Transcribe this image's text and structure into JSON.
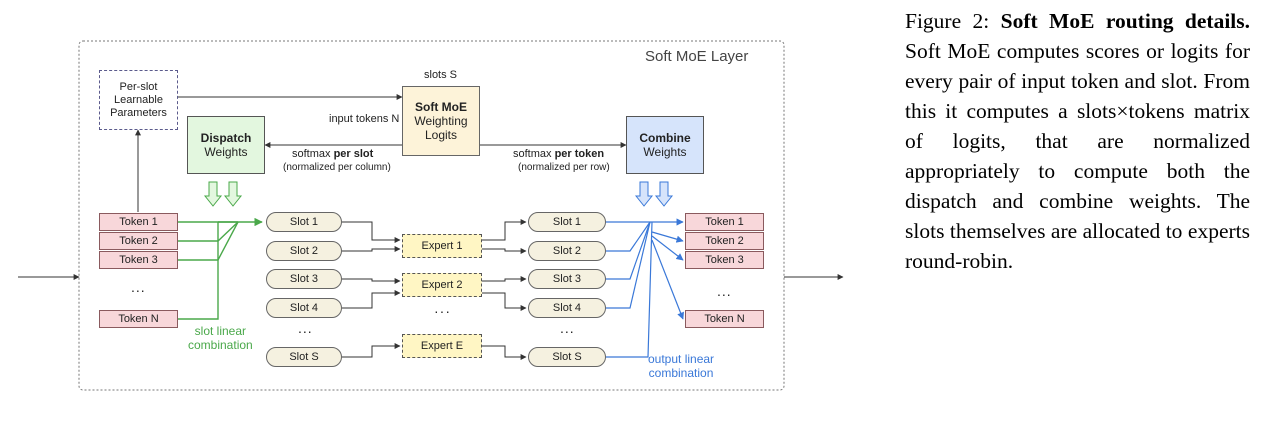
{
  "layer_title": "Soft MoE Layer",
  "params_box": [
    "Per-slot",
    "Learnable",
    "Parameters"
  ],
  "slots_label": "slots S",
  "input_tokens_label": "input tokens N",
  "logits_box": {
    "title": "Soft MoE",
    "line2": "Weighting",
    "line3": "Logits"
  },
  "dispatch_box": {
    "title": "Dispatch",
    "sub": "Weights"
  },
  "combine_box": {
    "title": "Combine",
    "sub": "Weights"
  },
  "softmax_slot": {
    "prefix": "softmax ",
    "bold": "per slot",
    "note": "(normalized per column)"
  },
  "softmax_token": {
    "prefix": "softmax ",
    "bold": "per token",
    "note": "(normalized per row)"
  },
  "input_tokens": [
    "Token 1",
    "Token 2",
    "Token 3",
    "Token N"
  ],
  "slots_in": [
    "Slot 1",
    "Slot 2",
    "Slot 3",
    "Slot 4",
    "Slot S"
  ],
  "experts": [
    "Expert 1",
    "Expert 2",
    "Expert E"
  ],
  "slots_out": [
    "Slot 1",
    "Slot 2",
    "Slot 3",
    "Slot 4",
    "Slot S"
  ],
  "output_tokens": [
    "Token 1",
    "Token 2",
    "Token 3",
    "Token N"
  ],
  "ellipsis": "...",
  "ellipsis_centered": "···",
  "slot_linear": [
    "slot linear",
    "combination"
  ],
  "output_linear": [
    "output linear",
    "combination"
  ],
  "colors": {
    "green": "#4aa84a",
    "blue": "#3a78d8",
    "token": "#f8d7da",
    "slot": "#f5f1e0",
    "expert": "#fff6c4",
    "dispatch": "#e3f7df",
    "combine": "#d6e4fb",
    "logits": "#fdf3d9"
  },
  "caption": {
    "label": "Figure 2:",
    "bold": "Soft MoE routing details.",
    "text": "Soft MoE computes scores or logits for every pair of input token and slot. From this it computes a slots×tokens matrix of logits, that are normalized appropriately to compute both the dispatch and combine weights. The slots themselves are allocated to experts round-robin."
  }
}
